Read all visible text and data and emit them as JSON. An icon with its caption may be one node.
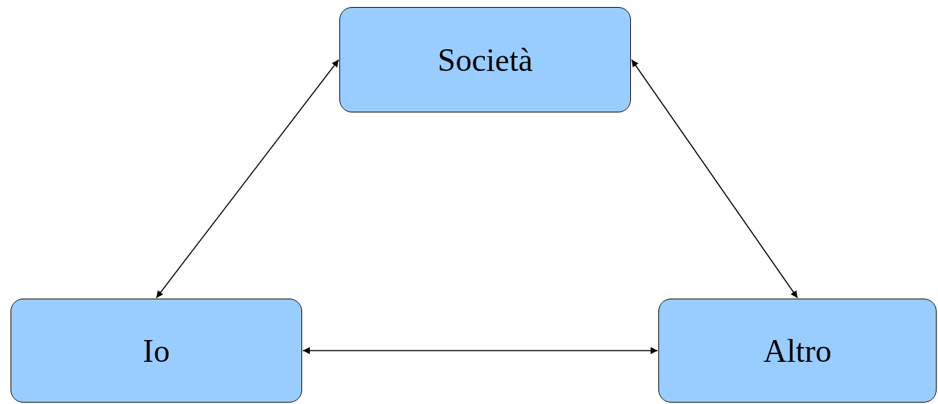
{
  "diagram": {
    "nodes": [
      {
        "text": [
          "Società"
        ]
      },
      {
        "text": [
          "Io"
        ]
      },
      {
        "text": [
          "Altro"
        ]
      }
    ],
    "edges": [
      {
        "from": 0,
        "to": 1,
        "arrow": "both"
      },
      {
        "from": 0,
        "to": 2,
        "arrow": "both"
      },
      {
        "from": 1,
        "to": 2,
        "arrow": "both"
      }
    ]
  }
}
